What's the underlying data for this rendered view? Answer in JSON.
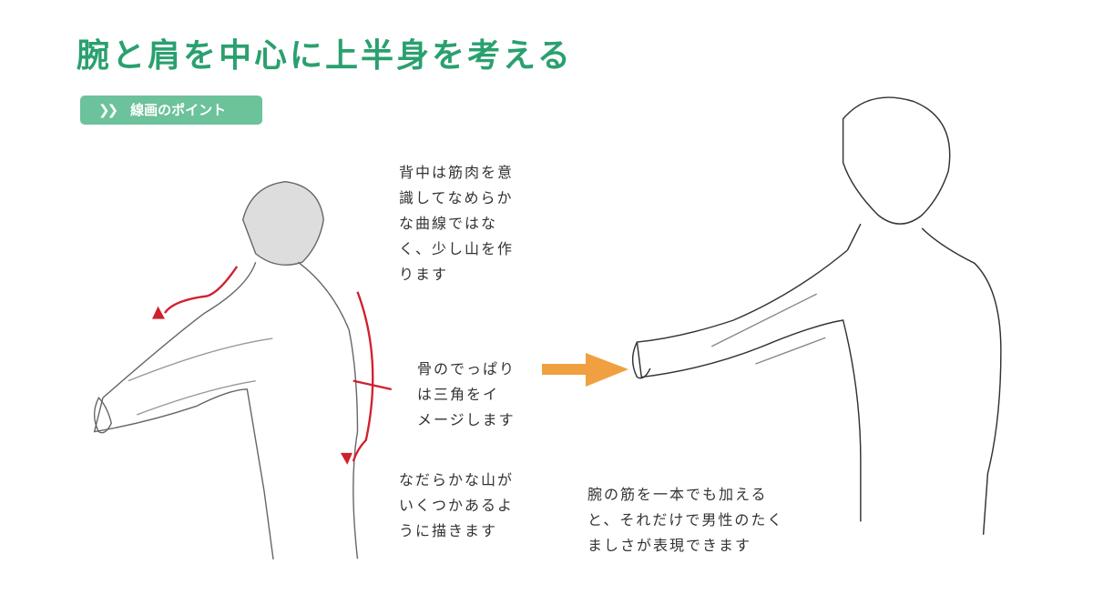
{
  "title": "腕と肩を中心に上半身を考える",
  "badge": {
    "icon": "double-chevron-right-icon",
    "label": "線画のポイント"
  },
  "notes": {
    "back": "背中は筋肉を意\n識してなめらか\nな曲線ではな\nく、少し山を作\nります",
    "bone": "骨のでっぱり\nは三角をイ\nメージします",
    "hills": "なだらかな山が\nいくつかあるよ\nうに描きます",
    "arm": "腕の筋を一本でも加える\nと、それだけで男性のたく\nましさが表現できます"
  },
  "colors": {
    "accent": "#2aa06e",
    "badge": "#6cc29a",
    "red": "#d0202e",
    "orange": "#f0a040"
  }
}
